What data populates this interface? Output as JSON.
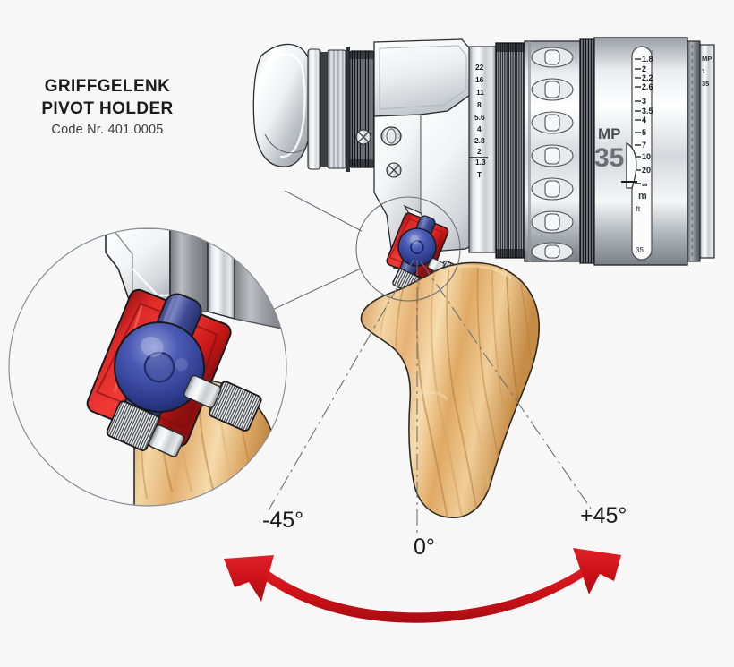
{
  "caption": {
    "title_de": "GRIFFGELENK",
    "title_en": "PIVOT HOLDER",
    "code": "Code Nr. 401.0005"
  },
  "angles": {
    "negative": "-45°",
    "zero": "0°",
    "positive": "+45°"
  },
  "lens": {
    "brand_line": "MP",
    "focal_length": "35",
    "unit_meters": "m",
    "unit_feet": "ft",
    "focus_scale": [
      "1.8",
      "2",
      "2.2",
      "2.6",
      "3",
      "3.5",
      "4",
      "5",
      "7",
      "10",
      "20",
      "∞"
    ],
    "aperture_label": "T",
    "aperture_scale": [
      "22",
      "16",
      "11",
      "8",
      "5.6",
      "4",
      "2.8",
      "2",
      "1.3"
    ]
  },
  "colors": {
    "background": "#f7f7f7",
    "arrow_red": "#cc1218",
    "bracket_red": "#d32020",
    "knob_blue": "#3a4a9e",
    "wood_light": "#f2d09a",
    "wood_mid": "#e0ab63",
    "wood_dark": "#c08a45",
    "metal_light": "#fdfdfd",
    "metal_mid": "#c9ccd1",
    "metal_dark": "#6e7277",
    "outline": "#1a1a1a",
    "thin_line": "#7a7a7a"
  },
  "parts": {
    "eyecup": "eyecup",
    "viewfinder": "viewfinder",
    "camera_body": "camera-body",
    "lens_barrel": "lens-barrel",
    "pivot_joint": "pivot-joint",
    "wooden_grip": "wooden-grip",
    "detail_circle": "detail-magnifier",
    "rotation_arrow": "rotation-arrow"
  }
}
